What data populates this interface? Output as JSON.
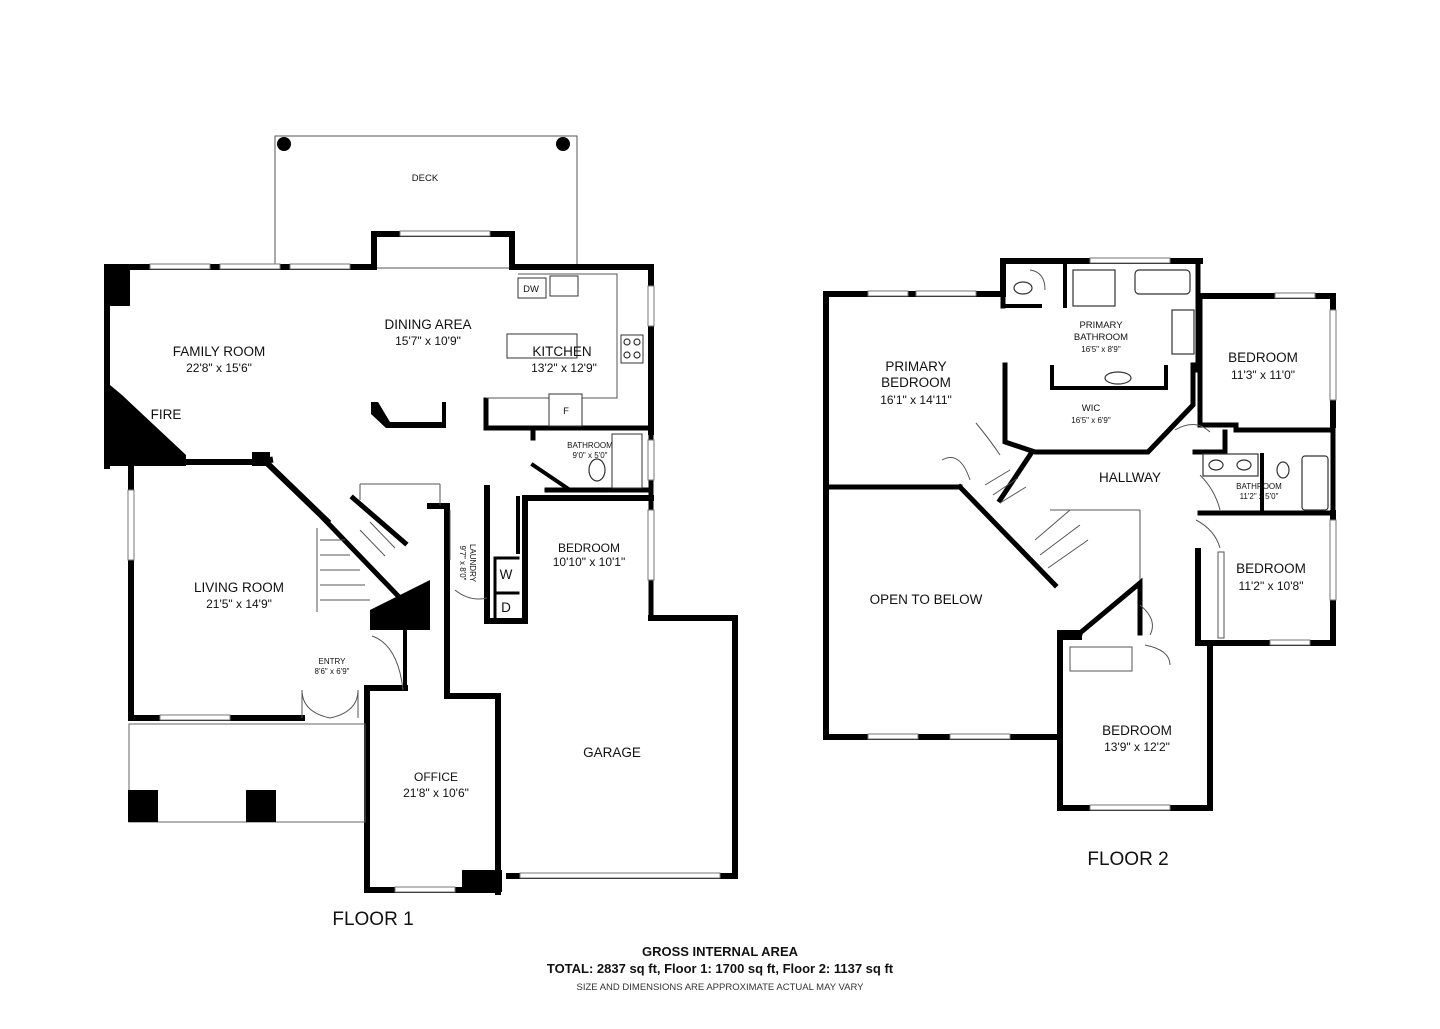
{
  "floor1": {
    "label": "FLOOR 1",
    "rooms": {
      "deck": {
        "name": "DECK"
      },
      "family_room": {
        "name": "FAMILY ROOM",
        "size": "22'8\" x 15'6\""
      },
      "dining_area": {
        "name": "DINING AREA",
        "size": "15'7\" x 10'9\""
      },
      "kitchen": {
        "name": "KITCHEN",
        "size": "13'2\" x 12'9\""
      },
      "fire": {
        "name": "FIRE"
      },
      "bathroom": {
        "name": "BATHROOM",
        "size": "9'0\" x 5'0\""
      },
      "living_room": {
        "name": "LIVING ROOM",
        "size": "21'5\" x 14'9\""
      },
      "laundry": {
        "name": "LAUNDRY",
        "size": "9'7\" x 8'0\""
      },
      "bedroom": {
        "name": "BEDROOM",
        "size": "10'10\" x 10'1\""
      },
      "entry": {
        "name": "ENTRY",
        "size": "8'6\" x 6'9\""
      },
      "office": {
        "name": "OFFICE",
        "size": "21'8\" x 10'6\""
      },
      "garage": {
        "name": "GARAGE"
      }
    },
    "fixtures": {
      "dw": "DW",
      "f": "F",
      "w": "W",
      "d": "D"
    }
  },
  "floor2": {
    "label": "FLOOR 2",
    "rooms": {
      "primary_bedroom": {
        "name1": "PRIMARY",
        "name2": "BEDROOM",
        "size": "16'1\" x 14'11\""
      },
      "primary_bathroom": {
        "name1": "PRIMARY",
        "name2": "BATHROOM",
        "size": "16'5\" x 8'9\""
      },
      "wic": {
        "name": "WIC",
        "size": "16'5\" x 6'9\""
      },
      "bedroom_a": {
        "name": "BEDROOM",
        "size": "11'3\" x 11'0\""
      },
      "hallway": {
        "name": "HALLWAY"
      },
      "bathroom": {
        "name": "BATHROOM",
        "size": "11'2\" x 5'0\""
      },
      "bedroom_b": {
        "name": "BEDROOM",
        "size": "11'2\" x 10'8\""
      },
      "open_to_below": {
        "name": "OPEN TO BELOW"
      },
      "bedroom_c": {
        "name": "BEDROOM",
        "size": "13'9\" x 12'2\""
      }
    }
  },
  "footer": {
    "title": "GROSS INTERNAL AREA",
    "total": "TOTAL: 2837 sq ft, Floor 1: 1700 sq ft, Floor 2: 1137 sq ft",
    "note": "SIZE AND DIMENSIONS ARE APPROXIMATE ACTUAL MAY VARY"
  }
}
